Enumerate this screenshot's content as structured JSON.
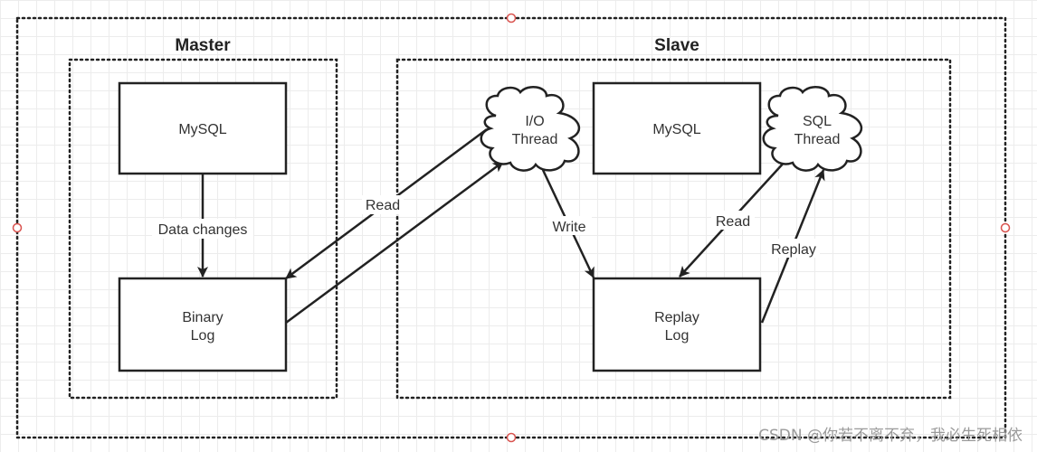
{
  "master": {
    "title": "Master",
    "mysql": "MySQL",
    "binary_log": [
      "Binary",
      "Log"
    ],
    "edge_data_changes": "Data changes"
  },
  "slave": {
    "title": "Slave",
    "mysql": "MySQL",
    "io_thread": [
      "I/O",
      "Thread"
    ],
    "sql_thread": [
      "SQL",
      "Thread"
    ],
    "replay_log": [
      "Replay",
      "Log"
    ],
    "edge_write": "Write",
    "edge_read_sql": "Read",
    "edge_replay": "Replay"
  },
  "cross": {
    "edge_read_io": "Read"
  },
  "watermark": "CSDN @你若不离不弃，我必生死相依"
}
